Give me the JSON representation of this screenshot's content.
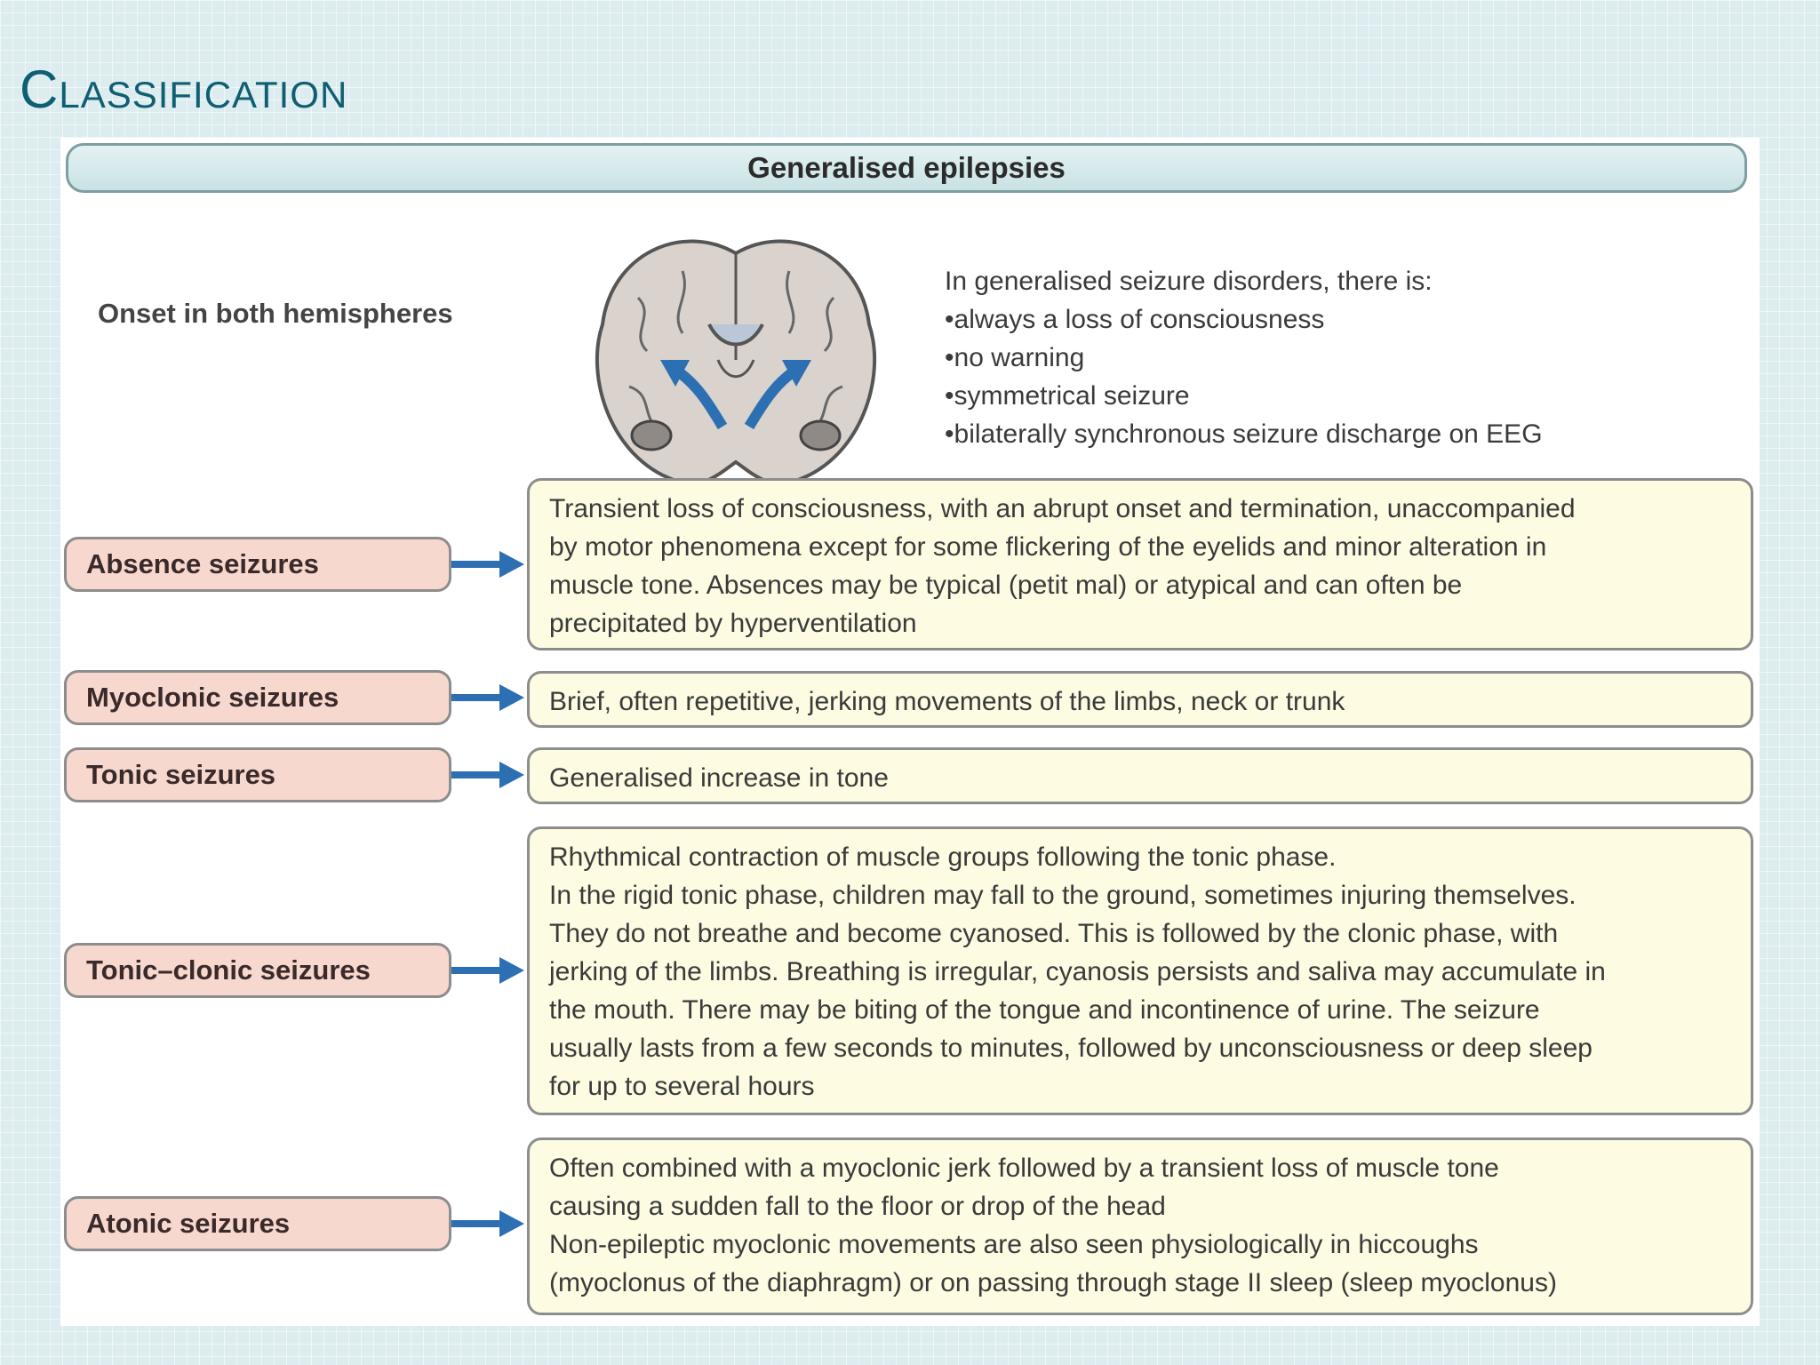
{
  "slide_title": "Classification",
  "header": "Generalised epilepsies",
  "onset_label": "Onset in both hemispheres",
  "intro": {
    "lead": "In generalised seizure disorders, there is:",
    "items": [
      "always a loss of consciousness",
      "no warning",
      "symmetrical seizure",
      "bilaterally synchronous seizure discharge on EEG"
    ]
  },
  "seizures": [
    {
      "label": "Absence seizures",
      "lines": [
        "Transient loss of consciousness, with an abrupt onset and termination, unaccompanied",
        "by motor phenomena except for some flickering of the eyelids and minor alteration in",
        "muscle tone.  Absences may be typical (petit mal) or atypical and can often be",
        "precipitated by hyperventilation"
      ]
    },
    {
      "label": "Myoclonic seizures",
      "lines": [
        "Brief, often repetitive, jerking movements of the limbs, neck or trunk"
      ]
    },
    {
      "label": "Tonic seizures",
      "lines": [
        "Generalised increase in tone"
      ]
    },
    {
      "label": "Tonic–clonic seizures",
      "lines": [
        "Rhythmical contraction of muscle groups following the tonic phase.",
        "In the rigid tonic phase, children may fall to the ground, sometimes injuring  themselves.",
        "They do not breathe and become cyanosed. This is followed by the clonic phase, with",
        "jerking of the limbs. Breathing is irregular, cyanosis persists and saliva may accumulate in",
        "the mouth. There may be biting of the tongue and incontinence of urine. The seizure",
        "usually lasts from a few seconds to minutes, followed by unconsciousness or deep sleep",
        "for up to  several hours"
      ]
    },
    {
      "label": "Atonic seizures",
      "lines": [
        "Often combined with a myoclonic jerk followed by a transient loss of muscle tone",
        "causing a sudden fall to the floor or drop of the head",
        "Non-epileptic myoclonic movements are also seen physiologically in hiccoughs",
        "(myoclonus of the diaphragm) or on passing through stage II sleep (sleep myoclonus)"
      ]
    }
  ],
  "colors": {
    "title": "#0e5f72",
    "label_fill": "#f6d8cf",
    "desc_fill": "#fdfbe1",
    "arrow": "#2c6fb3"
  }
}
